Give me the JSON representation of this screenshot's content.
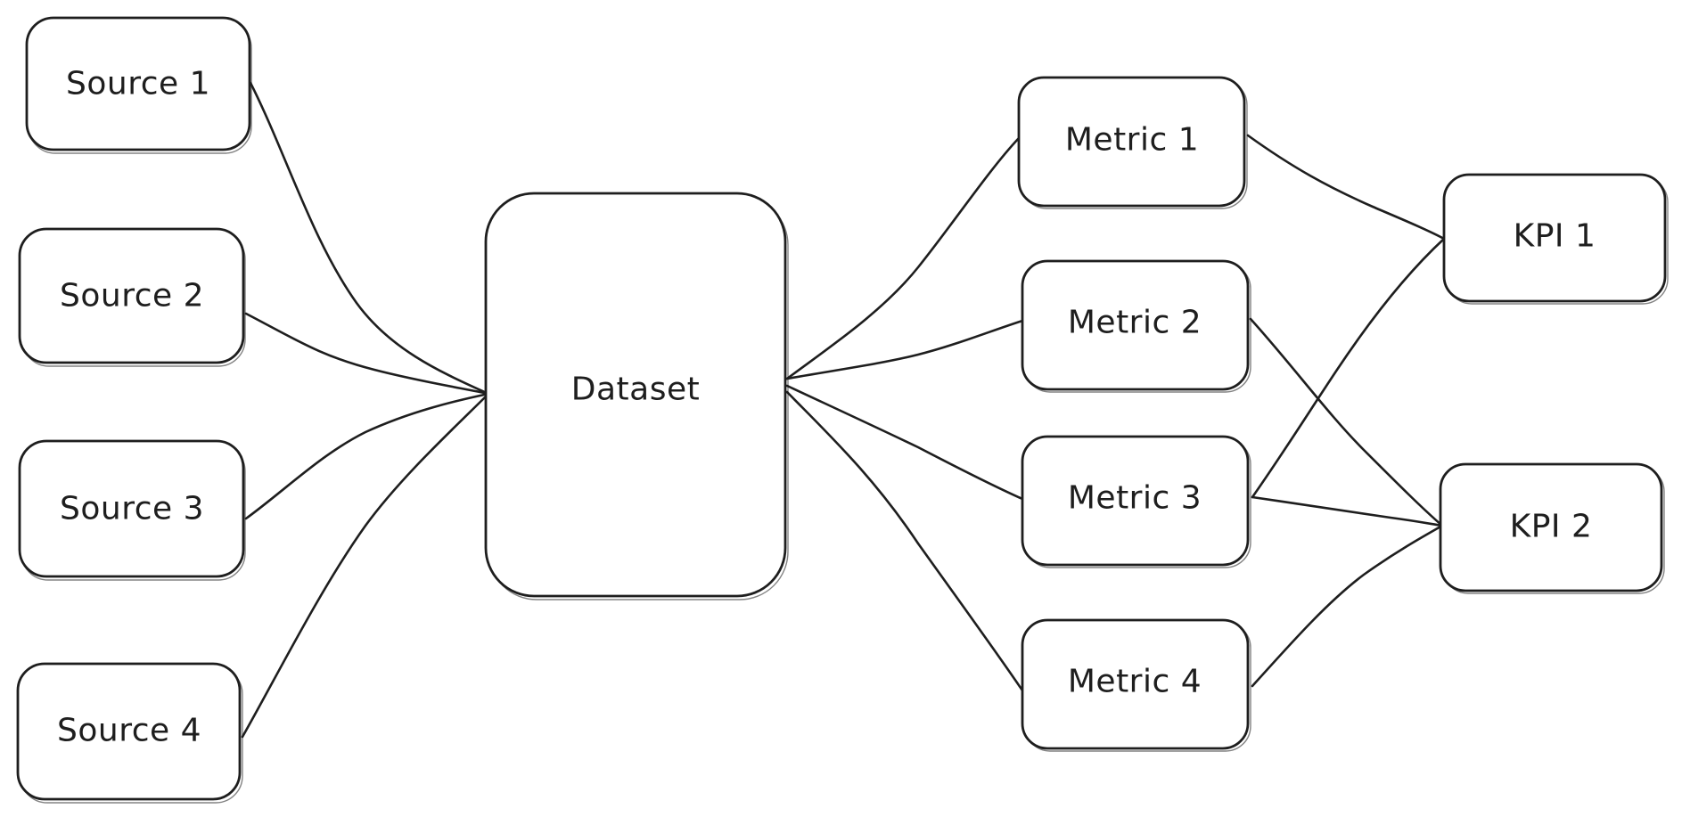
{
  "diagram": {
    "nodes": {
      "source_1": {
        "label": "Source 1"
      },
      "source_2": {
        "label": "Source 2"
      },
      "source_3": {
        "label": "Source 3"
      },
      "source_4": {
        "label": "Source 4"
      },
      "dataset": {
        "label": "Dataset"
      },
      "metric_1": {
        "label": "Metric 1"
      },
      "metric_2": {
        "label": "Metric 2"
      },
      "metric_3": {
        "label": "Metric 3"
      },
      "metric_4": {
        "label": "Metric 4"
      },
      "kpi_1": {
        "label": "KPI 1"
      },
      "kpi_2": {
        "label": "KPI 2"
      }
    },
    "edges": [
      {
        "from": "source_1",
        "to": "dataset"
      },
      {
        "from": "source_2",
        "to": "dataset"
      },
      {
        "from": "source_3",
        "to": "dataset"
      },
      {
        "from": "source_4",
        "to": "dataset"
      },
      {
        "from": "dataset",
        "to": "metric_1"
      },
      {
        "from": "dataset",
        "to": "metric_2"
      },
      {
        "from": "dataset",
        "to": "metric_3"
      },
      {
        "from": "dataset",
        "to": "metric_4"
      },
      {
        "from": "metric_1",
        "to": "kpi_1"
      },
      {
        "from": "metric_2",
        "to": "kpi_2"
      },
      {
        "from": "metric_3",
        "to": "kpi_1"
      },
      {
        "from": "metric_3",
        "to": "kpi_2"
      },
      {
        "from": "metric_4",
        "to": "kpi_2"
      }
    ]
  }
}
